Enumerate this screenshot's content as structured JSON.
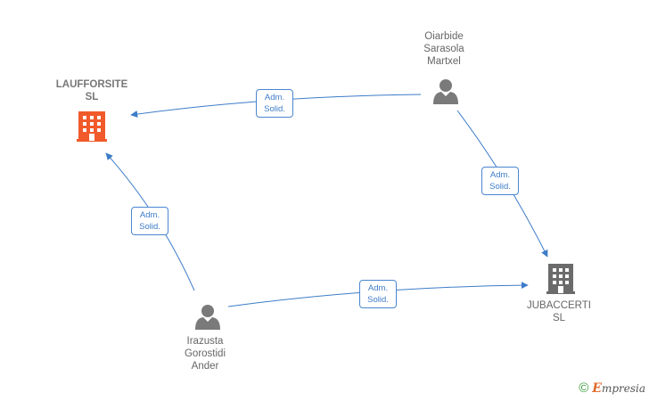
{
  "nodes": {
    "laufforsite": {
      "label": "LAUFFORSITE\nSL",
      "type": "company-main",
      "color": "#f15a2b"
    },
    "jubaccerti": {
      "label": "JUBACCERTI\nSL",
      "type": "company",
      "color": "#6b6b6b"
    },
    "oiarbide": {
      "label": "Oiarbide\nSarasola\nMartxel",
      "type": "person",
      "color": "#7a7a7a"
    },
    "irazusta": {
      "label": "Irazusta\nGorostidi\nAnder",
      "type": "person",
      "color": "#7a7a7a"
    }
  },
  "edges": [
    {
      "from": "oiarbide",
      "to": "laufforsite",
      "label": "Adm.\nSolid."
    },
    {
      "from": "oiarbide",
      "to": "jubaccerti",
      "label": "Adm.\nSolid."
    },
    {
      "from": "irazusta",
      "to": "laufforsite",
      "label": "Adm.\nSolid."
    },
    {
      "from": "irazusta",
      "to": "jubaccerti",
      "label": "Adm.\nSolid."
    }
  ],
  "colors": {
    "edge": "#3d7cc8"
  },
  "brand": {
    "copyright": "©",
    "first_letter": "E",
    "name_rest": "mpresia"
  }
}
